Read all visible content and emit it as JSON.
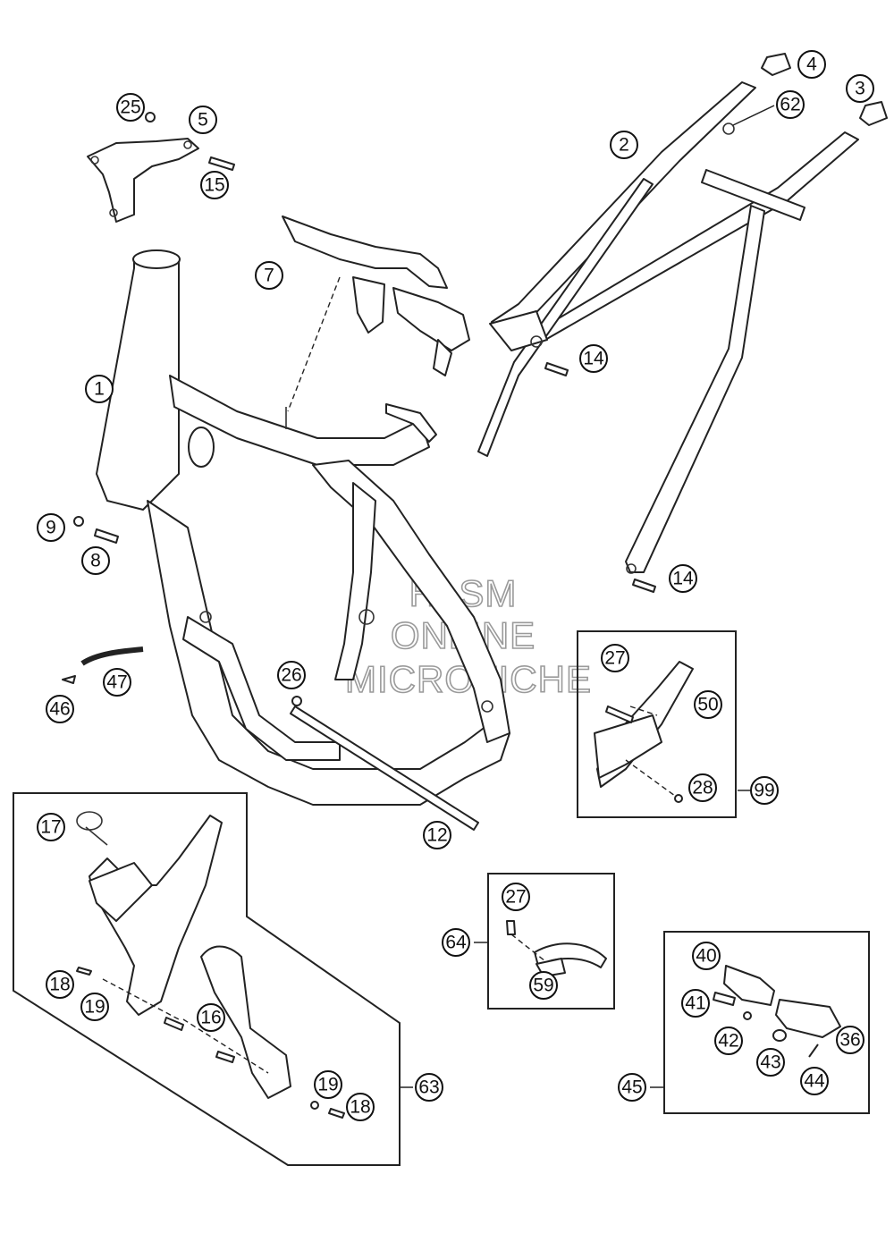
{
  "watermark": [
    "HLSM",
    "ONLINE",
    "MICROFICHE"
  ],
  "callouts": {
    "c1": "1",
    "c2": "2",
    "c3": "3",
    "c4": "4",
    "c5": "5",
    "c7": "7",
    "c8": "8",
    "c9": "9",
    "c12": "12",
    "c14a": "14",
    "c14b": "14",
    "c15": "15",
    "c16": "16",
    "c17": "17",
    "c18a": "18",
    "c18b": "18",
    "c19a": "19",
    "c19b": "19",
    "c25": "25",
    "c26": "26",
    "c27a": "27",
    "c27b": "27",
    "c28": "28",
    "c36": "36",
    "c40": "40",
    "c41": "41",
    "c42": "42",
    "c43": "43",
    "c44": "44",
    "c45": "45",
    "c46": "46",
    "c47": "47",
    "c50": "50",
    "c59": "59",
    "c62": "62",
    "c63": "63",
    "c64": "64",
    "c99": "99"
  }
}
